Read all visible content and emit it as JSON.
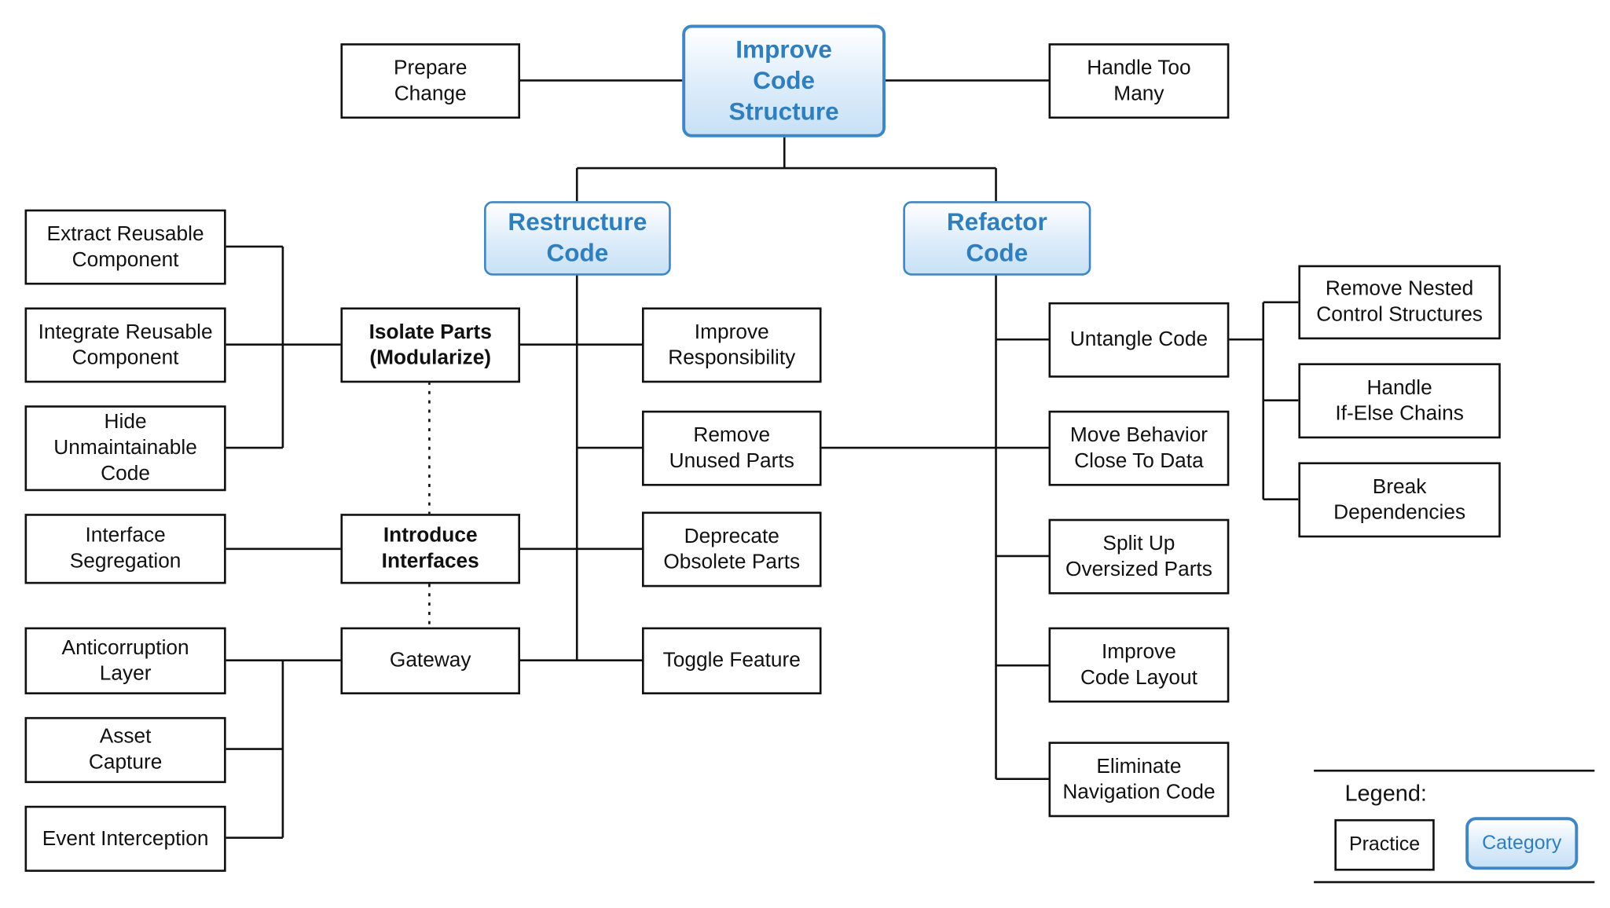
{
  "root": "Improve\nCode\nStructure",
  "categories": {
    "restructure": "Restructure\nCode",
    "refactor": "Refactor\nCode"
  },
  "practices": {
    "prepare_change": "Prepare\nChange",
    "handle_too_many": "Handle Too\nMany",
    "extract_reusable": "Extract Reusable\nComponent",
    "integrate_reusable": "Integrate Reusable\nComponent",
    "hide_unmaintainable": "Hide\nUnmaintainable\nCode",
    "interface_segregation": "Interface\nSegregation",
    "anticorruption_layer": "Anticorruption\nLayer",
    "asset_capture": "Asset\nCapture",
    "event_interception": "Event Interception",
    "isolate_parts": "Isolate Parts\n(Modularize)",
    "introduce_interfaces": "Introduce\nInterfaces",
    "gateway": "Gateway",
    "improve_responsibility": "Improve\nResponsibility",
    "remove_unused": "Remove\nUnused Parts",
    "deprecate_obsolete": "Deprecate\nObsolete Parts",
    "toggle_feature": "Toggle Feature",
    "untangle_code": "Untangle Code",
    "move_behavior": "Move Behavior\nClose To Data",
    "split_up": "Split Up\nOversized Parts",
    "improve_layout": "Improve\nCode Layout",
    "eliminate_navigation": "Eliminate\nNavigation Code",
    "remove_nested": "Remove Nested\nControl Structures",
    "handle_ifelse": "Handle\nIf-Else Chains",
    "break_dependencies": "Break\nDependencies"
  },
  "legend": {
    "title": "Legend:",
    "practice_label": "Practice",
    "category_label": "Category"
  },
  "colors": {
    "category_border": "#3e86c4",
    "category_text": "#2f7fbf",
    "category_fill": "#d6e9f8",
    "line": "#111111"
  }
}
